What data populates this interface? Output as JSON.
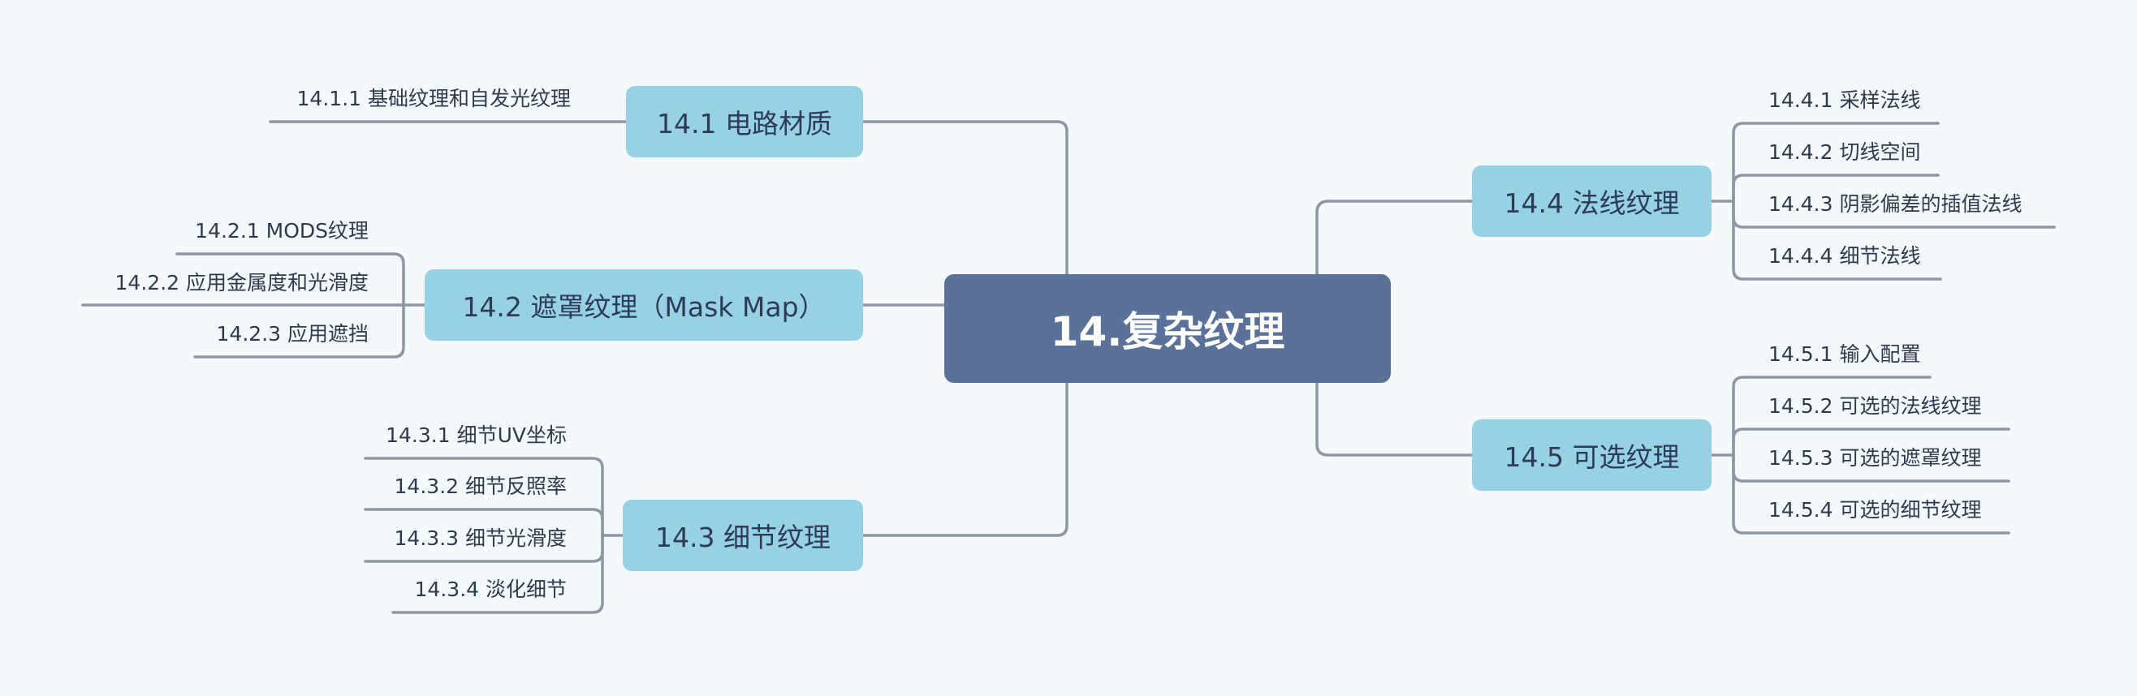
{
  "root": {
    "label": "14.复杂纹理"
  },
  "colors": {
    "root_fill": "#5a7199",
    "branch_fill": "#96d1e6",
    "connector": "#8e95a3",
    "background": "#f4f9fd"
  },
  "branches": [
    {
      "label": "14.1 电路材质",
      "children": [
        "14.1.1 基础纹理和自发光纹理"
      ]
    },
    {
      "label": "14.2 遮罩纹理（Mask Map）",
      "children": [
        "14.2.1 MODS纹理",
        "14.2.2 应用金属度和光滑度",
        "14.2.3 应用遮挡"
      ]
    },
    {
      "label": "14.3 细节纹理",
      "children": [
        "14.3.1 细节UV坐标",
        "14.3.2 细节反照率",
        "14.3.3 细节光滑度",
        "14.3.4 淡化细节"
      ]
    },
    {
      "label": "14.4 法线纹理",
      "children": [
        "14.4.1 采样法线",
        "14.4.2 切线空间",
        "14.4.3 阴影偏差的插值法线",
        "14.4.4 细节法线"
      ]
    },
    {
      "label": "14.5 可选纹理",
      "children": [
        "14.5.1 输入配置",
        "14.5.2 可选的法线纹理",
        "14.5.3 可选的遮罩纹理",
        "14.5.4 可选的细节纹理"
      ]
    }
  ]
}
